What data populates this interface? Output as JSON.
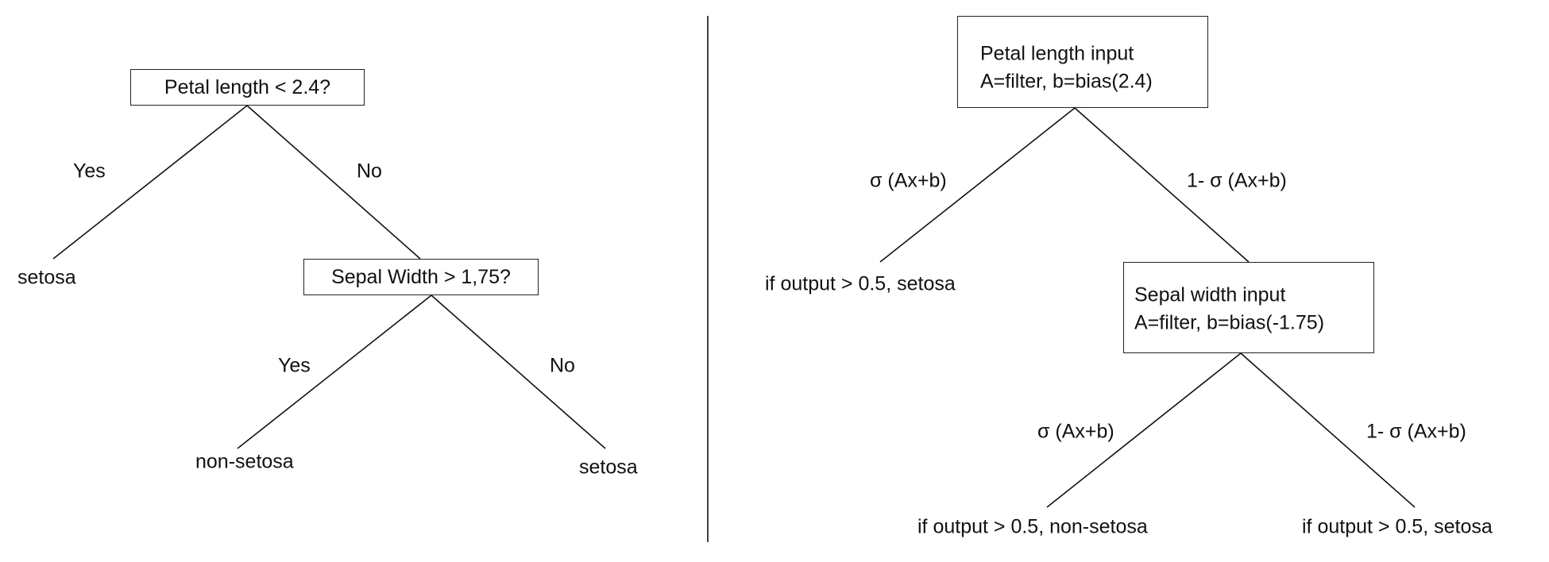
{
  "left_tree": {
    "root": "Petal length < 2.4?",
    "root_yes": "Yes",
    "root_no": "No",
    "leaf_yes": "setosa",
    "node2": "Sepal Width > 1,75?",
    "node2_yes": "Yes",
    "node2_no": "No",
    "leaf2_yes": "non-setosa",
    "leaf2_no": "setosa"
  },
  "right_tree": {
    "root_line1": "Petal length input",
    "root_line2": "A=filter, b=bias(2.4)",
    "root_left_edge": "σ (Ax+b)",
    "root_right_edge": "1- σ (Ax+b)",
    "leaf_left": "if output > 0.5, setosa",
    "node2_line1": "Sepal width input",
    "node2_line2": "A=filter, b=bias(-1.75)",
    "node2_left_edge": "σ (Ax+b)",
    "node2_right_edge": "1-  σ (Ax+b)",
    "leaf2_left": "if output > 0.5, non-setosa",
    "leaf2_right": "if output > 0.5, setosa"
  }
}
